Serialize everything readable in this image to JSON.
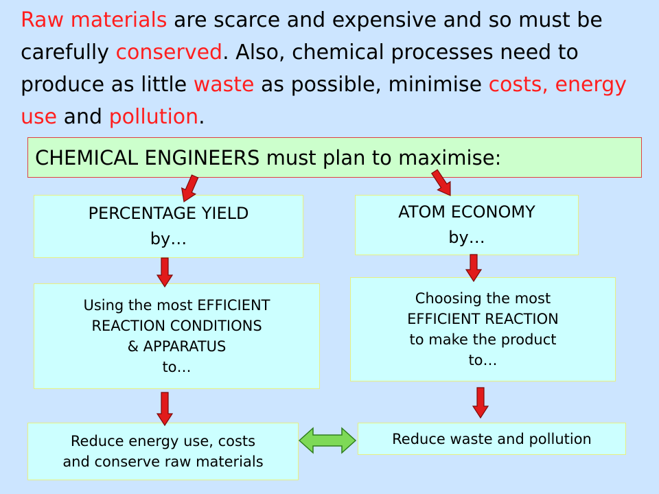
{
  "intro": [
    {
      "text": "Raw materials",
      "red": true
    },
    {
      "text": " are scarce and expensive and so must be carefully ",
      "red": false
    },
    {
      "text": "conserved",
      "red": true
    },
    {
      "text": ". Also, chemical processes need to produce as little ",
      "red": false
    },
    {
      "text": "waste",
      "red": true
    },
    {
      "text": " as possible, minimise ",
      "red": false
    },
    {
      "text": "costs, energy use",
      "red": true
    },
    {
      "text": " and ",
      "red": false
    },
    {
      "text": "pollution",
      "red": true
    },
    {
      "text": ".",
      "red": false
    }
  ],
  "header": "CHEMICAL ENGINEERS must plan to maximise:",
  "left": {
    "yield_title": "PERCENTAGE YIELD",
    "yield_sub": "by…",
    "method": [
      "Using the most EFFICIENT",
      "REACTION CONDITIONS",
      "& APPARATUS",
      "to…"
    ],
    "result": [
      "Reduce energy use, costs",
      "and conserve raw materials"
    ]
  },
  "right": {
    "atom_title": "ATOM ECONOMY",
    "atom_sub": "by…",
    "method": [
      "Choosing the most",
      "EFFICIENT REACTION",
      "to make the product",
      "to…"
    ],
    "result": [
      "Reduce waste and pollution"
    ]
  },
  "colors": {
    "red_text": "#ff1f1f",
    "arrow_red": "#e11b1b",
    "double_arrow_green": "#7ed957",
    "background": "#cce5ff"
  }
}
